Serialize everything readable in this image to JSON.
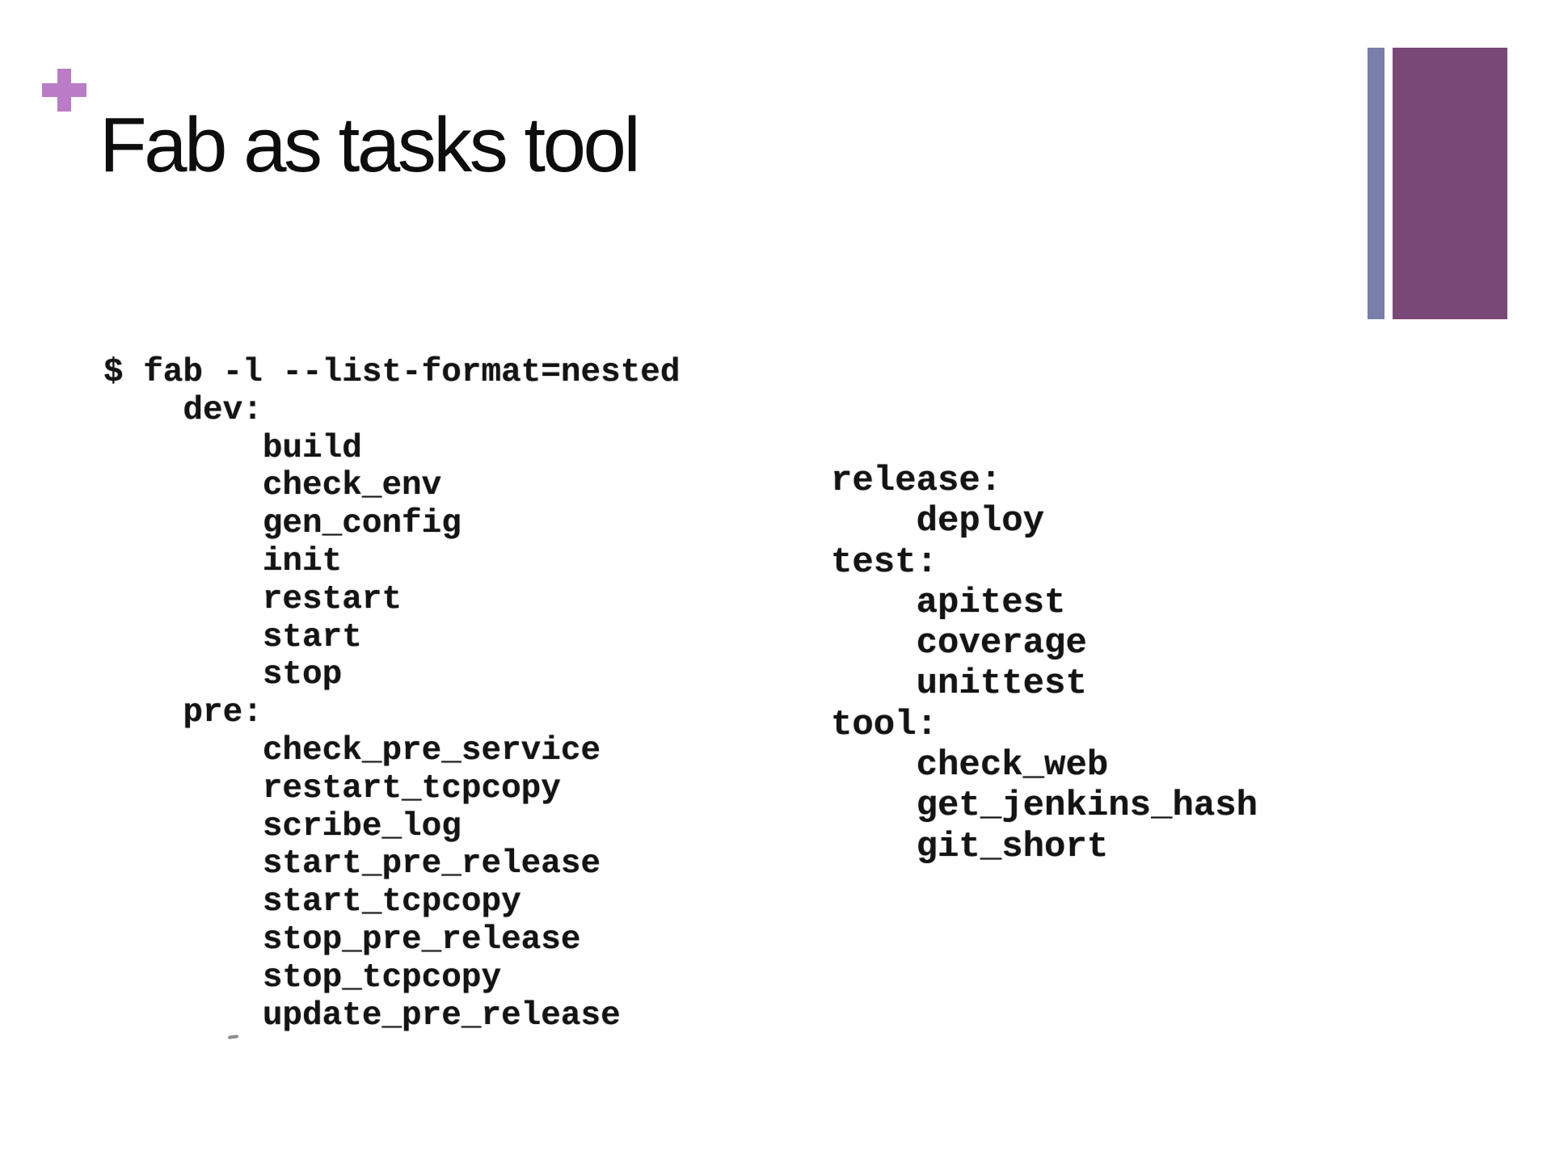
{
  "slide": {
    "title": "Fab as tasks tool",
    "colors": {
      "background": "#ffffff",
      "title_text": "#0d0d0d",
      "terminal_text": "#141414",
      "plus": "#ba7cc6",
      "accent_thin_bar": "#7a7fa9",
      "accent_wide_bar": "#7a4877"
    },
    "icons": {
      "plus_icon": "plus"
    }
  },
  "terminal": {
    "left_column": {
      "lines": [
        {
          "indent": 0,
          "text": "$ fab -l --list-format=nested"
        },
        {
          "indent": 4,
          "text": "dev:"
        },
        {
          "indent": 8,
          "text": "build"
        },
        {
          "indent": 8,
          "text": "check_env"
        },
        {
          "indent": 8,
          "text": "gen_config"
        },
        {
          "indent": 8,
          "text": "init"
        },
        {
          "indent": 8,
          "text": "restart"
        },
        {
          "indent": 8,
          "text": "start"
        },
        {
          "indent": 8,
          "text": "stop"
        },
        {
          "indent": 4,
          "text": "pre:"
        },
        {
          "indent": 8,
          "text": "check_pre_service"
        },
        {
          "indent": 8,
          "text": "restart_tcpcopy"
        },
        {
          "indent": 8,
          "text": "scribe_log"
        },
        {
          "indent": 8,
          "text": "start_pre_release"
        },
        {
          "indent": 8,
          "text": "start_tcpcopy"
        },
        {
          "indent": 8,
          "text": "stop_pre_release"
        },
        {
          "indent": 8,
          "text": "stop_tcpcopy"
        },
        {
          "indent": 8,
          "text": "update_pre_release"
        }
      ]
    },
    "right_column": {
      "lines": [
        {
          "indent": 0,
          "text": "release:"
        },
        {
          "indent": 4,
          "text": "deploy"
        },
        {
          "indent": 0,
          "text": "test:"
        },
        {
          "indent": 4,
          "text": "apitest"
        },
        {
          "indent": 4,
          "text": "coverage"
        },
        {
          "indent": 4,
          "text": "unittest"
        },
        {
          "indent": 0,
          "text": "tool:"
        },
        {
          "indent": 4,
          "text": "check_web"
        },
        {
          "indent": 4,
          "text": "get_jenkins_hash"
        },
        {
          "indent": 4,
          "text": "git_short"
        }
      ]
    }
  }
}
